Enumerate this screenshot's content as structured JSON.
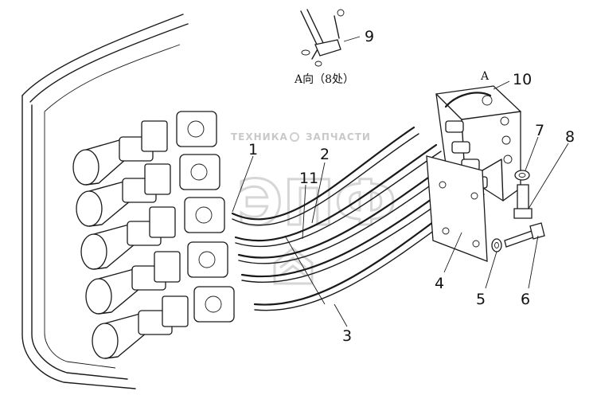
{
  "watermark": {
    "left": "ТЕХНИКА",
    "right": "ЗАПЧАСТИ",
    "logo": "ЭПФ"
  },
  "detail_view": {
    "label": "A向（8处）",
    "callout": "9"
  },
  "view_marker": "A",
  "callouts": {
    "c1": "1",
    "c2": "2",
    "c3": "3",
    "c4": "4",
    "c5": "5",
    "c6": "6",
    "c7": "7",
    "c8": "8",
    "c10": "10",
    "c11": "11"
  }
}
